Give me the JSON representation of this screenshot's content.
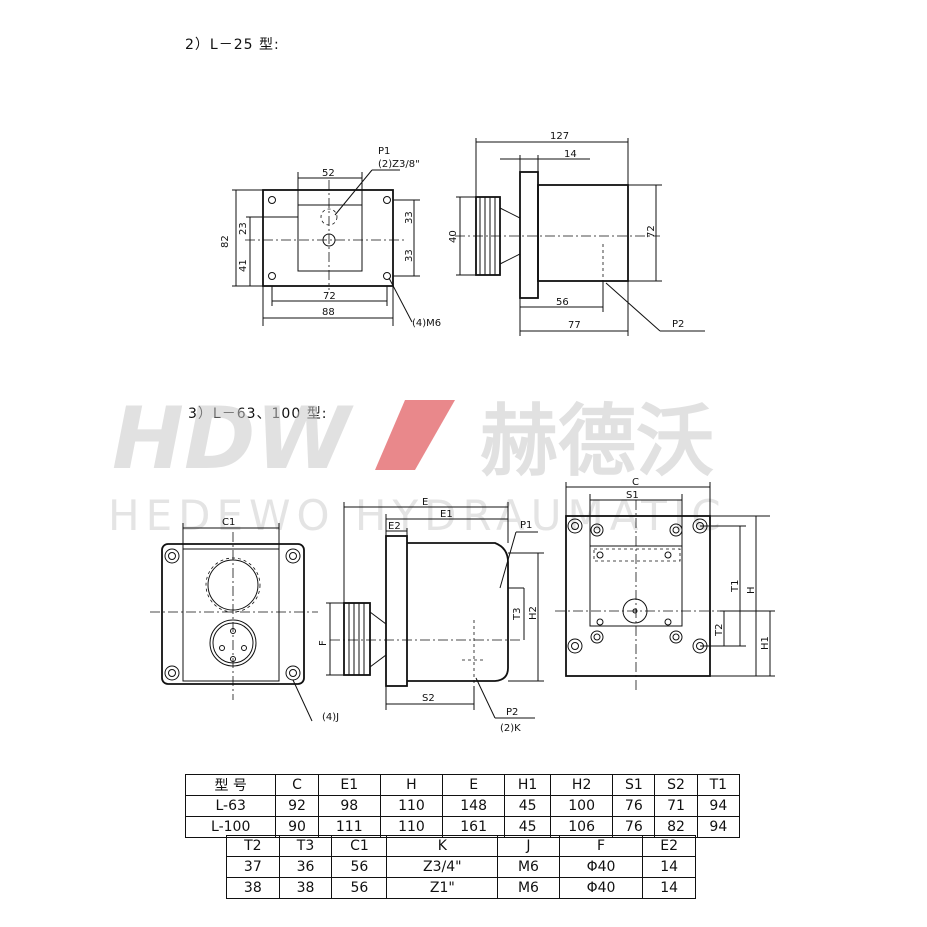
{
  "headings": {
    "l25": "2）L－25 型:",
    "l63": "3）L－63、100 型:"
  },
  "watermark": {
    "logo": "HDW",
    "chinese": "赫德沃",
    "english": "HEDEWO HYDRAUMATIC",
    "logo_color": "#c9c9c9",
    "accent_color": "#d7262b"
  },
  "l25_front": {
    "dims": {
      "w52": "52",
      "w72": "72",
      "w88": "88",
      "h82": "82",
      "h23": "23",
      "h41": "41",
      "h33a": "33",
      "h33b": "33"
    },
    "labels": {
      "p1": "P1",
      "port_thread": "(2)Z3/8\"",
      "bolts": "(4)M6"
    }
  },
  "l25_side": {
    "dims": {
      "l127": "127",
      "l14": "14",
      "d40": "40",
      "h72": "72",
      "l56": "56",
      "l77": "77"
    },
    "labels": {
      "p2": "P2"
    }
  },
  "l63_front": {
    "dims": {
      "c1": "C1"
    },
    "labels": {
      "bolts": "(4)J"
    }
  },
  "l63_side": {
    "dims": {
      "e": "E",
      "e1": "E1",
      "e2": "E2",
      "f": "F",
      "t3": "T3",
      "h2": "H2",
      "s2": "S2"
    },
    "labels": {
      "p1": "P1",
      "p2": "P2",
      "port_thread": "(2)K"
    }
  },
  "l63_rear": {
    "dims": {
      "c": "C",
      "s1": "S1",
      "t1": "T1",
      "h": "H",
      "t2": "T2",
      "h1": "H1"
    }
  },
  "table1": {
    "headers": [
      "型 号",
      "C",
      "E1",
      "H",
      "E",
      "H1",
      "H2",
      "S1",
      "S2",
      "T1"
    ],
    "rows": [
      [
        "L-63",
        "92",
        "98",
        "110",
        "148",
        "45",
        "100",
        "76",
        "71",
        "94"
      ],
      [
        "L-100",
        "90",
        "111",
        "110",
        "161",
        "45",
        "106",
        "76",
        "82",
        "94"
      ]
    ]
  },
  "table2": {
    "headers": [
      "T2",
      "T3",
      "C1",
      "K",
      "J",
      "F",
      "E2"
    ],
    "rows": [
      [
        "37",
        "36",
        "56",
        "Z3/4\"",
        "M6",
        "Φ40",
        "14"
      ],
      [
        "38",
        "38",
        "56",
        "Z1\"",
        "M6",
        "Φ40",
        "14"
      ]
    ]
  }
}
